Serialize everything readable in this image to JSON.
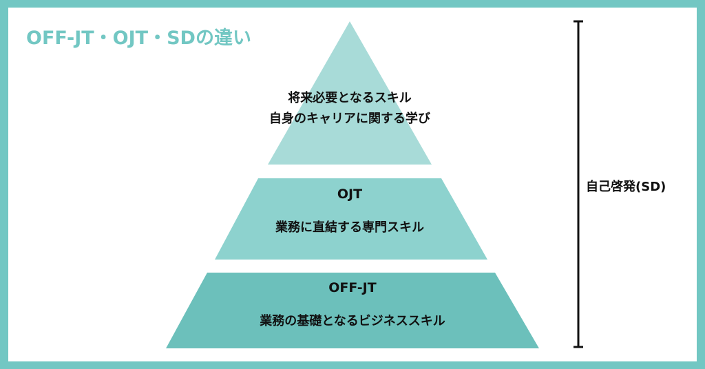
{
  "title": "OFF-JT・OJT・SDの違い",
  "colors": {
    "border": "#72c7c3",
    "tier_top": "#a8dbd8",
    "tier_middle": "#8dd2ce",
    "tier_bottom": "#6cc0bb",
    "bracket": "#111111"
  },
  "pyramid": {
    "top": {
      "line1": "将来必要となるスキル",
      "line2": "自身のキャリアに関する学び"
    },
    "middle": {
      "heading": "OJT",
      "description": "業務に直結する専門スキル"
    },
    "bottom": {
      "heading": "OFF-JT",
      "description": "業務の基礎となるビジネススキル"
    }
  },
  "side_label": "自己啓発(SD)"
}
